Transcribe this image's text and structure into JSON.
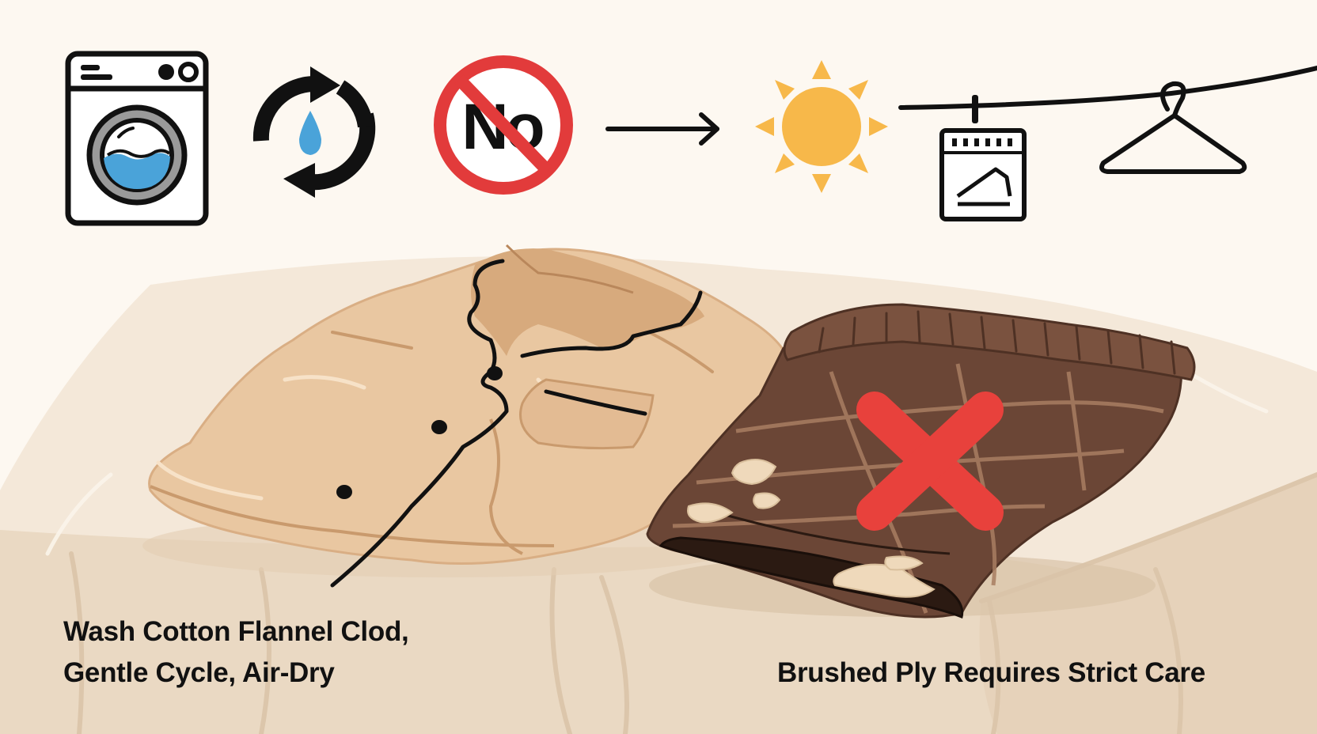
{
  "icons": {
    "washing_machine": "washing-machine-icon",
    "refresh_water": "refresh-water-drop-icon",
    "no_sign": "no-sign-icon",
    "arrow": "arrow-right-icon",
    "sun": "sun-icon",
    "clothesline": "clothesline-icon",
    "laundry_tag": "laundry-tag-icon",
    "hanger": "hanger-icon",
    "x_mark": "red-x-mark-icon"
  },
  "no_sign": {
    "text": "No"
  },
  "captions": {
    "left": {
      "line1": "Wash Cotton Flannel Clod,",
      "line2": "Gentle Cycle, Air-Dry"
    },
    "right": {
      "line1": "Brushed Ply Requires Strict Care"
    }
  },
  "colors": {
    "background": "#fdf8f1",
    "table": "#f3e6d6",
    "shirt": "#e8c39c",
    "pants": "#6b4636",
    "water": "#4aa3d9",
    "no_red": "#e23b3b",
    "x_red": "#e8413c",
    "sun": "#f7b84a",
    "ink": "#111111"
  }
}
